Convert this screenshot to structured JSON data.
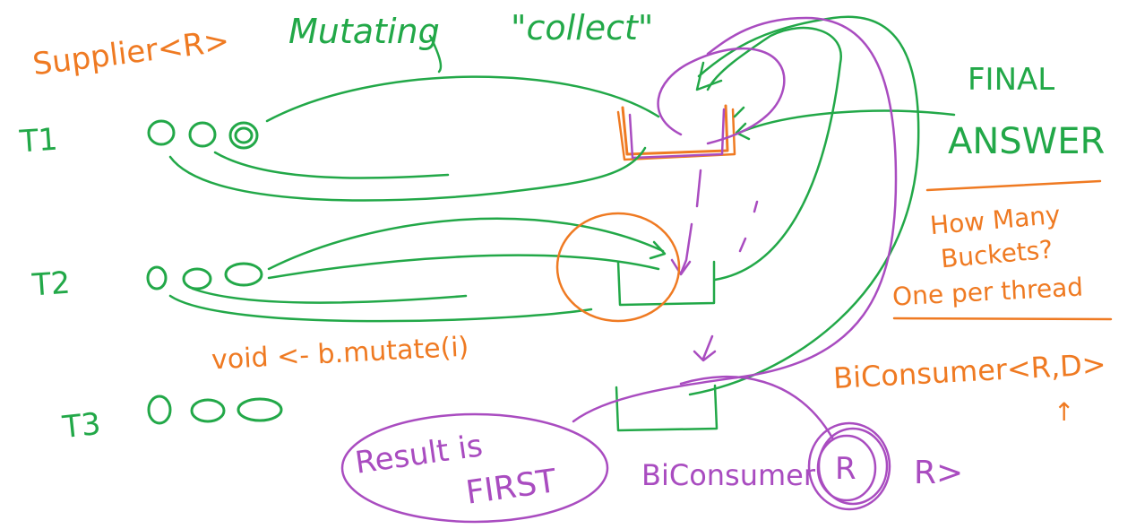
{
  "title": {
    "supplier": "Supplier<R>",
    "mutating": "Mutating",
    "collect": "\"collect\""
  },
  "threads": {
    "t1": "T1",
    "t2": "T2",
    "t3": "T3",
    "t1_items": "OOO",
    "t2_items": "OOO",
    "t3_items": "OOO"
  },
  "notes": {
    "mutate": "void <- b.mutate(i)",
    "final_answer_1": "FINAL",
    "final_answer_2": "ANSWER",
    "how_many_1": "How Many",
    "how_many_2": "Buckets?",
    "how_many_3": "One per thread",
    "biconsumer_rd": "BiConsumer<R,D>",
    "up_arrow": "↑",
    "result_1": "Result is",
    "result_2": "FIRST",
    "biconsumer_rr_1": "BiConsumer",
    "biconsumer_rr_2": "R",
    "biconsumer_rr_3": "R>"
  },
  "colors": {
    "green": "#22a848",
    "orange": "#ef7a22",
    "purple": "#a94cc0"
  }
}
